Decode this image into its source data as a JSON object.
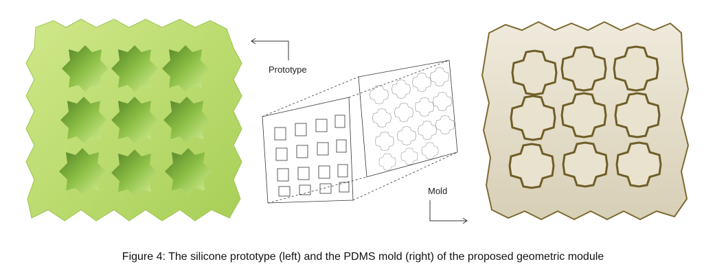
{
  "figure": {
    "labels": {
      "prototype": "Prototype",
      "mold": "Mold"
    },
    "caption": "Figure 4: The silicone prototype (left) and the PDMS mold (right) of the proposed geometric module",
    "colors": {
      "prototype_fill": "#b9d96a",
      "prototype_dark": "#6f9a2a",
      "mold_fill": "#e6e0cf",
      "mold_edge": "#7c6a32",
      "line_art": "#333333"
    }
  }
}
